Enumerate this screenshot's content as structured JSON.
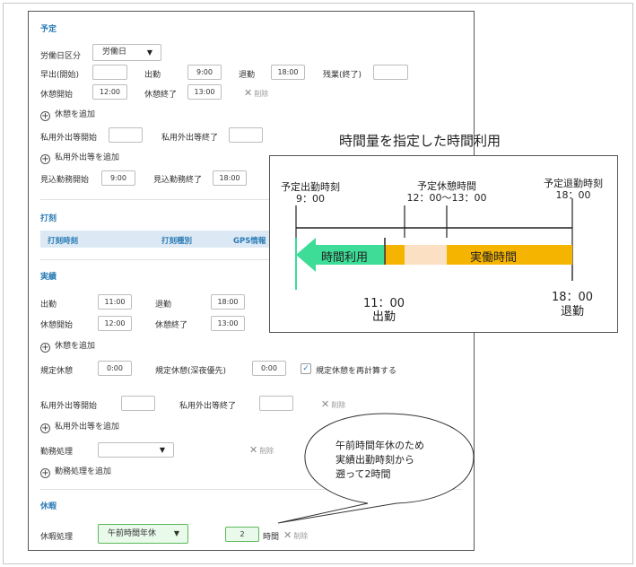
{
  "form": {
    "schedule": {
      "title": "予定",
      "work_day_type_label": "労働日区分",
      "work_day_type_value": "労働日",
      "early_start_label": "早出(開始)",
      "early_start_value": "",
      "clock_in_label": "出勤",
      "clock_in_value": "9:00",
      "clock_out_label": "退勤",
      "clock_out_value": "18:00",
      "overtime_end_label": "残業(終了)",
      "overtime_end_value": "",
      "break_start_label": "休憩開始",
      "break_start_value": "12:00",
      "break_end_label": "休憩終了",
      "break_end_value": "13:00",
      "delete_label": "削除",
      "add_break_label": "休憩を追加",
      "private_out_start_label": "私用外出等開始",
      "private_out_start_value": "",
      "private_out_end_label": "私用外出等終了",
      "private_out_end_value": "",
      "add_private_out_label": "私用外出等を追加",
      "est_work_start_label": "見込勤務開始",
      "est_work_start_value": "9:00",
      "est_work_end_label": "見込勤務終了",
      "est_work_end_value": "18:00"
    },
    "stamp": {
      "title": "打刻",
      "columns": [
        "打刻時刻",
        "打刻種別",
        "GPS情報"
      ]
    },
    "actual": {
      "title": "実績",
      "clock_in_label": "出勤",
      "clock_in_value": "11:00",
      "clock_out_label": "退勤",
      "clock_out_value": "18:00",
      "break_start_label": "休憩開始",
      "break_start_value": "12:00",
      "break_end_label": "休憩終了",
      "break_end_value": "13:00",
      "add_break_label": "休憩を追加",
      "regular_break_label": "規定休憩",
      "regular_break_value": "0:00",
      "regular_break_night_label": "規定休憩(深夜優先)",
      "regular_break_night_value": "0:00",
      "recalc_label": "規定休憩を再計算する",
      "private_out_start_label": "私用外出等開始",
      "private_out_start_value": "",
      "private_out_end_label": "私用外出等終了",
      "private_out_end_value": "",
      "delete_label": "削除",
      "add_private_out_label": "私用外出等を追加",
      "work_processing_label": "勤務処理",
      "work_processing_value": "",
      "add_work_processing_label": "勤務処理を追加"
    },
    "leave": {
      "title": "休暇",
      "leave_processing_label": "休暇処理",
      "leave_processing_value": "午前時間年休",
      "hours_value": "2",
      "hours_unit": "時間",
      "delete_label": "削除"
    }
  },
  "diagram": {
    "title": "時間量を指定した時間利用",
    "scheduled_start_label": "予定出勤時刻",
    "scheduled_start_time": "9：00",
    "scheduled_break_label": "予定休憩時間",
    "scheduled_break_time": "12：00〜13：00",
    "scheduled_end_label": "予定退勤時刻",
    "scheduled_end_time": "18：00",
    "time_use_label": "時間利用",
    "actual_work_label": "実働時間",
    "actual_start_time": "11：00",
    "actual_start_label": "出勤",
    "actual_end_time": "18：00",
    "actual_end_label": "退勤",
    "colors": {
      "arrow": "#3ddc97",
      "work": "#f5b400",
      "break": "#fbe0c4"
    }
  },
  "callout": {
    "lines": [
      "午前時間年休のため",
      "実績出勤時刻から",
      "遡って2時間"
    ]
  }
}
